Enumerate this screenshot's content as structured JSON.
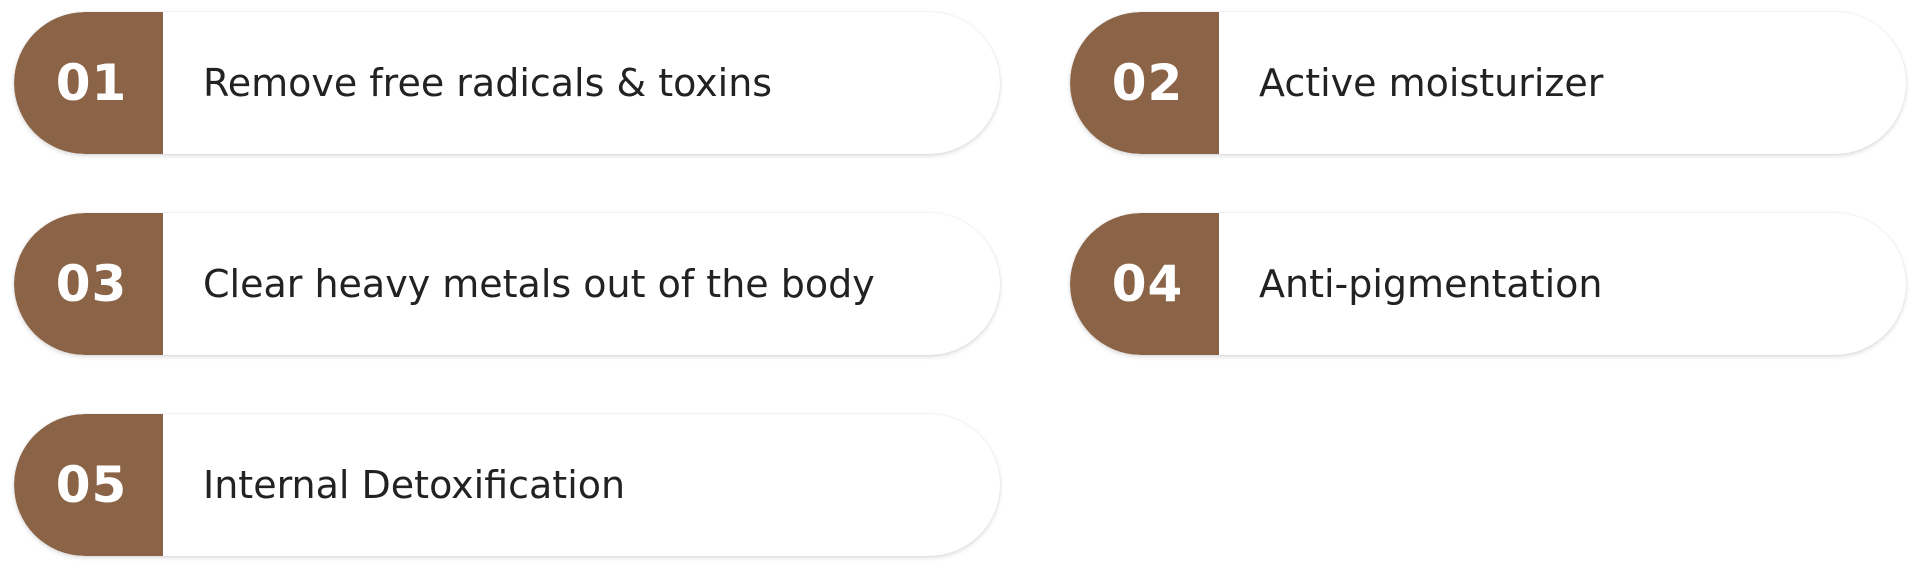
{
  "items": [
    {
      "number": "01",
      "label": "Remove free radicals & toxins"
    },
    {
      "number": "02",
      "label": "Active moisturizer"
    },
    {
      "number": "03",
      "label": "Clear heavy metals out of the body"
    },
    {
      "number": "04",
      "label": "Anti-pigmentation"
    },
    {
      "number": "05",
      "label": "Internal Detoxification"
    }
  ],
  "colors": {
    "badge": "#8b6347",
    "text": "#222222",
    "background": "#ffffff"
  }
}
